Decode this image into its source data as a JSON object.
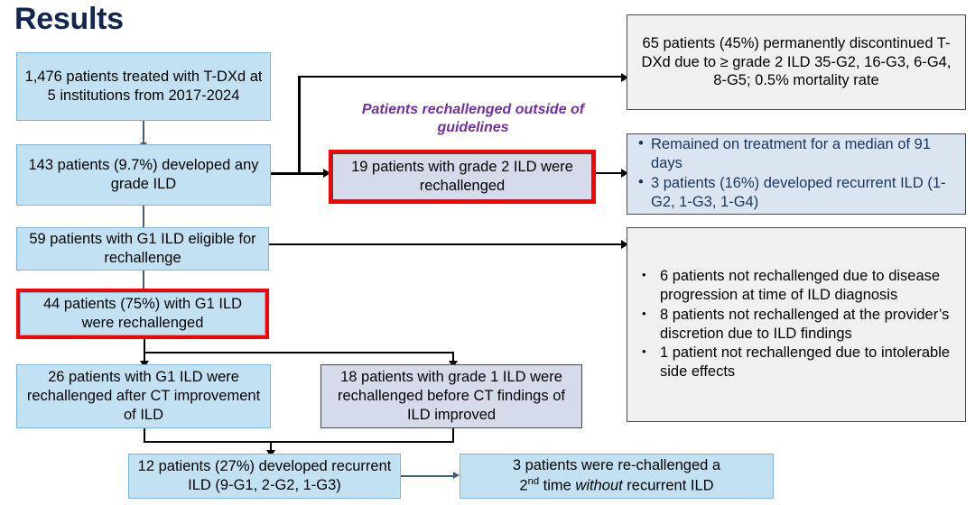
{
  "slide": {
    "title": "Results"
  },
  "caption": {
    "rechallenge_outside": "Patients rechallenged outside of guidelines"
  },
  "colors": {
    "title": "#13264f",
    "box_blue_fill": "#c2e2f3",
    "box_blue_border": "#7fb4d4",
    "box_lavender_fill": "#d6dbeb",
    "box_gray_fill": "#f0f0f0",
    "box_bluedark_fill": "#dbe5f1",
    "highlight_ring": "#ff0000",
    "caption_purple": "#7030a0",
    "connector_black": "#000000",
    "connector_blue": "#3f5f80"
  },
  "flow": {
    "nodes": [
      {
        "id": "cohort",
        "text": "1,476 patients treated with T-DXd at 5 institutions from 2017-2024",
        "style": "blue",
        "highlighted": false
      },
      {
        "id": "any-ild",
        "text": "143 patients (9.7%) developed any grade ILD",
        "style": "blue",
        "highlighted": false
      },
      {
        "id": "g1-eligible",
        "text": "59 patients with G1 ILD eligible for rechallenge",
        "style": "blue",
        "highlighted": false
      },
      {
        "id": "g1-rechallenged",
        "text": "44 patients (75%) with G1 ILD were rechallenged",
        "style": "blue",
        "highlighted": true
      },
      {
        "id": "g1-after-ct",
        "text": "26 patients with G1 ILD were rechallenged after CT improvement of ILD",
        "style": "blue",
        "highlighted": false
      },
      {
        "id": "g1-before-ct",
        "text": "18 patients with grade 1 ILD were rechallenged before CT findings of ILD improved",
        "style": "lavender",
        "highlighted": false
      },
      {
        "id": "recurrent-ild",
        "text": "12 patients (27%) developed recurrent ILD (9-G1, 2-G2, 1-G3)",
        "style": "blue",
        "highlighted": false
      },
      {
        "id": "second-rechallenge",
        "text": "3 patients were re-challenged a 2nd time without recurrent ILD",
        "style": "blue",
        "highlighted": false
      },
      {
        "id": "g2-rechallenged",
        "text": "19 patients with grade 2 ILD were rechallenged",
        "style": "lavender",
        "highlighted": true
      },
      {
        "id": "discontinued",
        "text": "65 patients (45%) permanently discontinued T-DXd due to ≥ grade 2 ILD 35-G2, 16-G3, 6-G4, 8-G5; 0.5% mortality rate",
        "style": "gray",
        "highlighted": false
      }
    ],
    "outcomes_g2": {
      "style": "blue-dark",
      "bullets": [
        "Remained on treatment for a median of 91 days",
        "3 patients (16%) developed recurrent ILD (1-G2, 1-G3, 1-G4)"
      ]
    },
    "not_rechallenged": {
      "style": "gray",
      "bullets": [
        "6 patients not rechallenged due to disease progression at time of ILD diagnosis",
        "8 patients not rechallenged at the provider’s discretion due to ILD findings",
        "1 patient not rechallenged due to intolerable side effects"
      ]
    },
    "second_rechallenge_parts": {
      "line1": "3 patients were re-challenged a",
      "line2_pre": "2",
      "line2_sup": "nd",
      "line2_mid": " time ",
      "line2_italic": "without",
      "line2_post": " recurrent ILD"
    }
  }
}
